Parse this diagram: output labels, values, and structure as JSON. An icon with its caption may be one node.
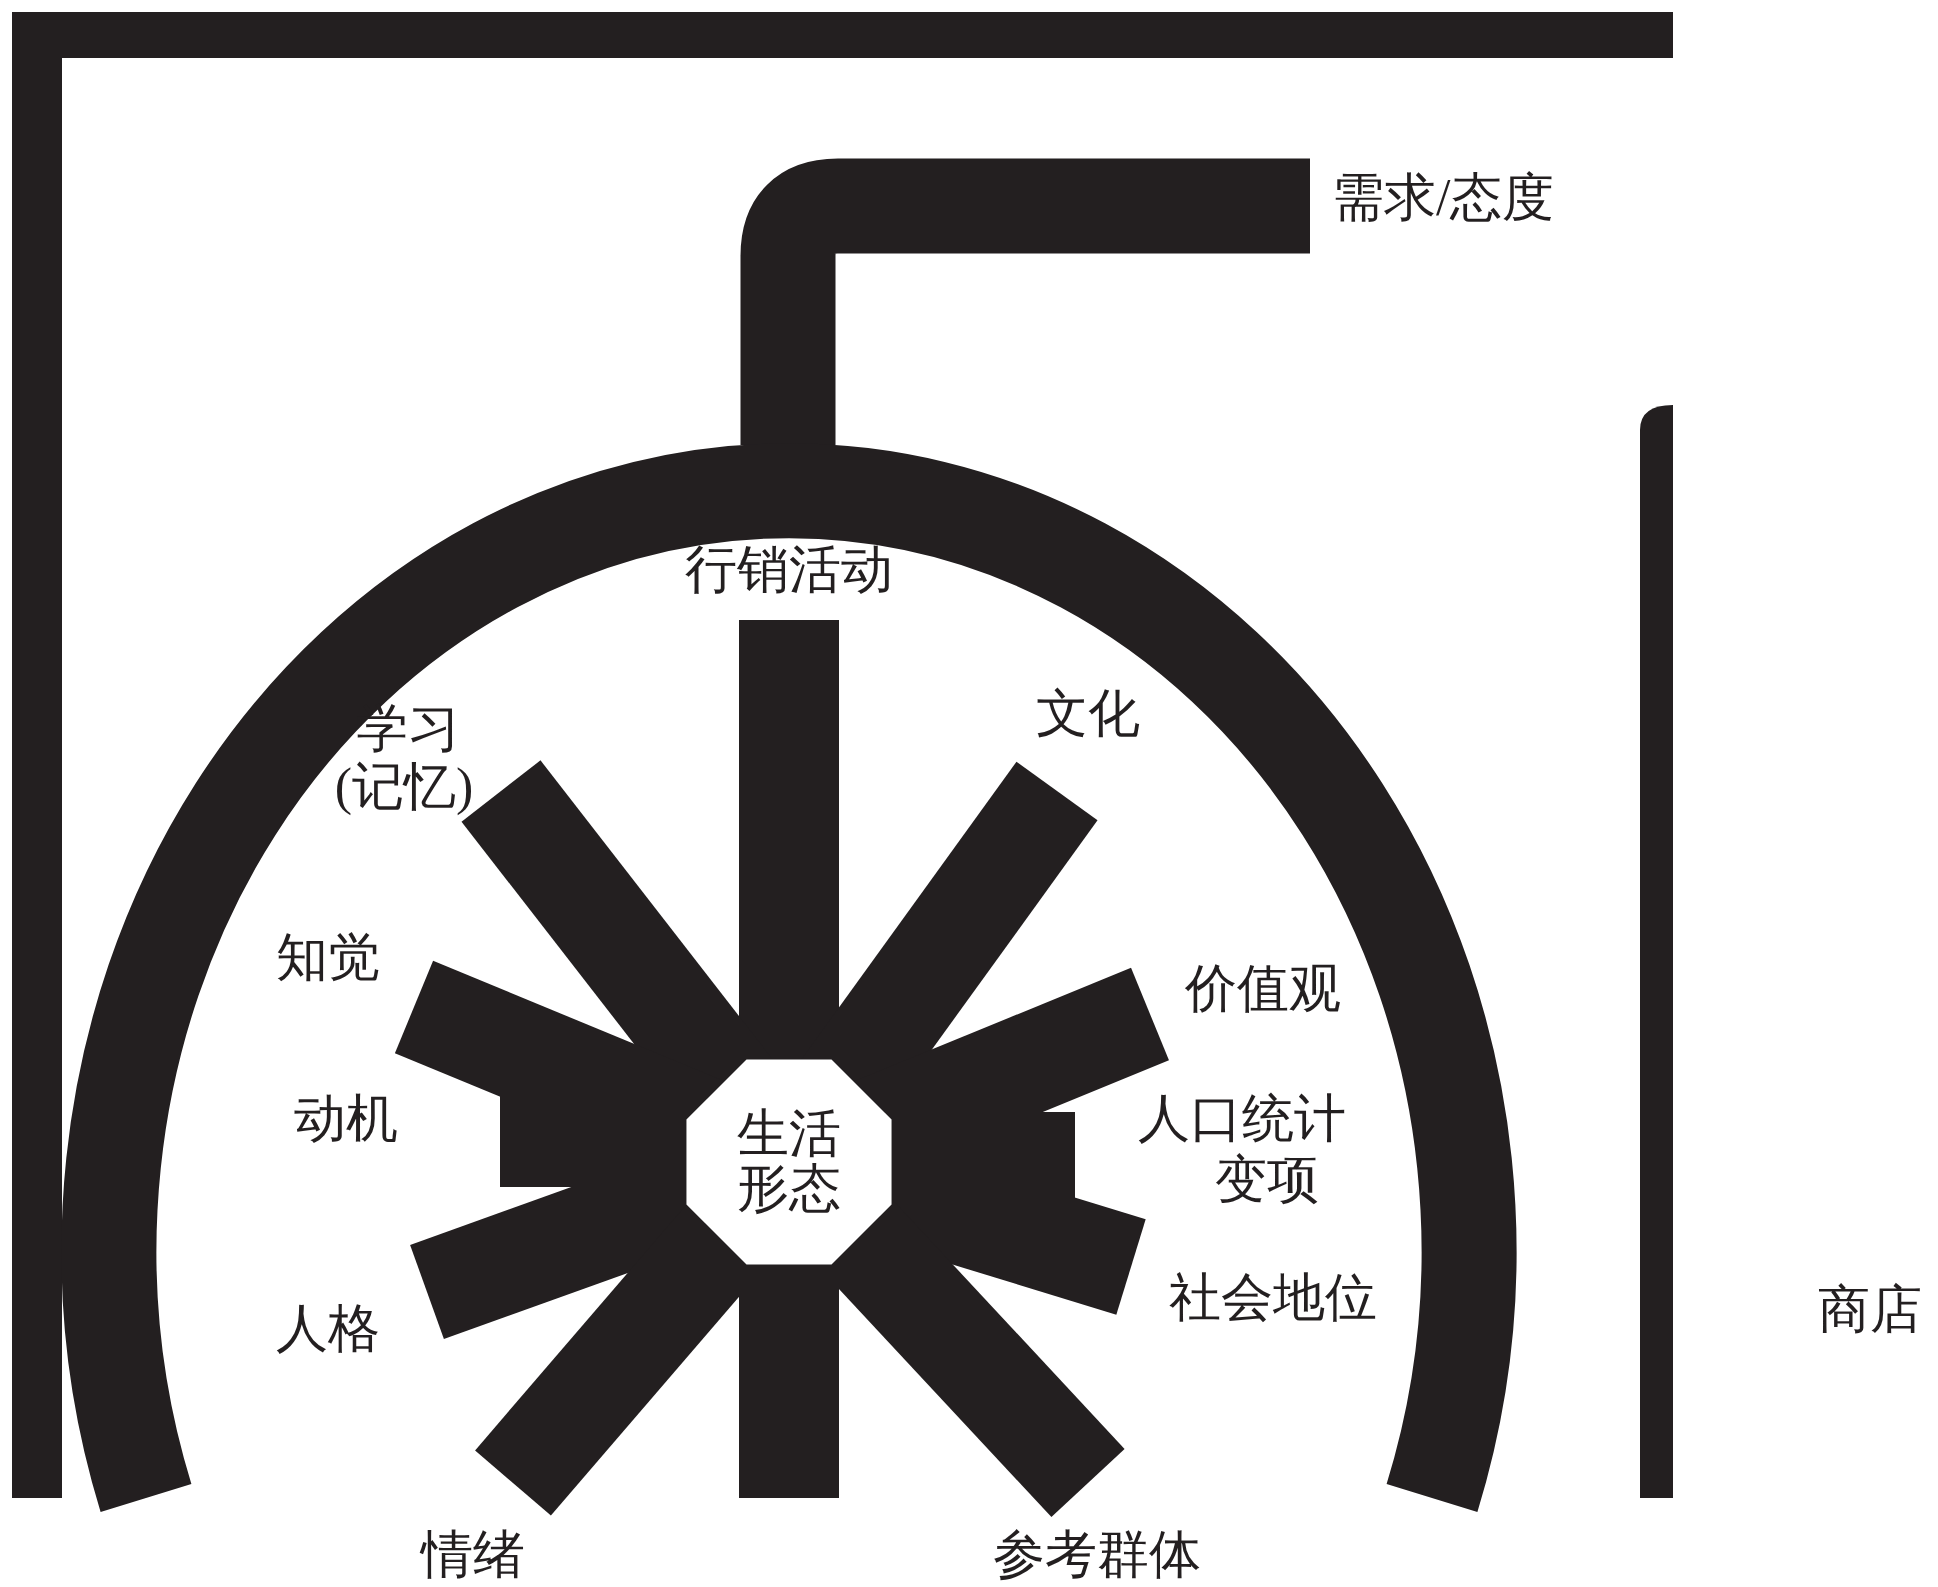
{
  "diagram": {
    "nodes": [
      {
        "text": [
          "生活形态"
        ]
      }
    ],
    "labels": [
      "需求/态度",
      "行销活动",
      "学习",
      "文化",
      "(记忆)",
      "知觉",
      "价值观",
      "动机",
      "人口统计",
      "变项",
      "人格",
      "社会地位",
      "商店",
      "情绪",
      "参考群体"
    ]
  }
}
